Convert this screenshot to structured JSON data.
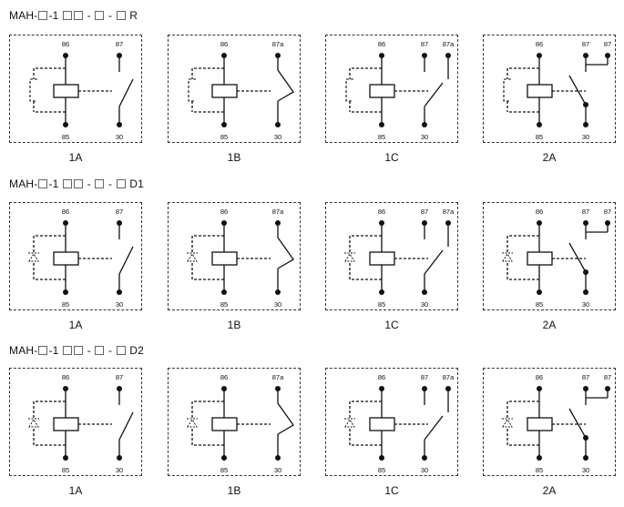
{
  "rows": [
    {
      "title": {
        "pre": "MAH-",
        "mid": "-1",
        "sep1": "-",
        "sep2": "-",
        "suffix": "R"
      },
      "coil_element": "rc-bracket",
      "panels": [
        {
          "caption": "1A",
          "type": "1A",
          "terminals": {
            "coil_top": "86",
            "coil_bottom": "85",
            "contact_top": "87",
            "contact_bottom": "30"
          }
        },
        {
          "caption": "1B",
          "type": "1B",
          "terminals": {
            "coil_top": "86",
            "coil_bottom": "85",
            "contact_top": "87a",
            "contact_bottom": "30"
          }
        },
        {
          "caption": "1C",
          "type": "1C",
          "terminals": {
            "coil_top": "86",
            "coil_bottom": "85",
            "contact_top": "87",
            "contact_top2": "87a",
            "contact_bottom": "30"
          }
        },
        {
          "caption": "2A",
          "type": "2A",
          "terminals": {
            "coil_top": "86",
            "coil_bottom": "85",
            "contact_top": "87",
            "contact_top2": "87",
            "contact_bottom": "30"
          }
        }
      ]
    },
    {
      "title": {
        "pre": "MAH-",
        "mid": "-1",
        "sep1": "-",
        "sep2": "-",
        "suffix": "D1"
      },
      "coil_element": "diode",
      "panels": [
        {
          "caption": "1A",
          "type": "1A",
          "terminals": {
            "coil_top": "86",
            "coil_bottom": "85",
            "contact_top": "87",
            "contact_bottom": "30"
          }
        },
        {
          "caption": "1B",
          "type": "1B",
          "terminals": {
            "coil_top": "86",
            "coil_bottom": "85",
            "contact_top": "87a",
            "contact_bottom": "30"
          }
        },
        {
          "caption": "1C",
          "type": "1C",
          "terminals": {
            "coil_top": "86",
            "coil_bottom": "85",
            "contact_top": "87",
            "contact_top2": "87a",
            "contact_bottom": "30"
          }
        },
        {
          "caption": "2A",
          "type": "2A",
          "terminals": {
            "coil_top": "86",
            "coil_bottom": "85",
            "contact_top": "87",
            "contact_top2": "87",
            "contact_bottom": "30"
          }
        }
      ]
    },
    {
      "title": {
        "pre": "MAH-",
        "mid": "-1",
        "sep1": "-",
        "sep2": "-",
        "suffix": "D2"
      },
      "coil_element": "diode",
      "panels": [
        {
          "caption": "1A",
          "type": "1A",
          "terminals": {
            "coil_top": "86",
            "coil_bottom": "85",
            "contact_top": "87",
            "contact_bottom": "30"
          }
        },
        {
          "caption": "1B",
          "type": "1B",
          "terminals": {
            "coil_top": "86",
            "coil_bottom": "85",
            "contact_top": "87a",
            "contact_bottom": "30"
          }
        },
        {
          "caption": "1C",
          "type": "1C",
          "terminals": {
            "coil_top": "86",
            "coil_bottom": "85",
            "contact_top": "87",
            "contact_top2": "87a",
            "contact_bottom": "30"
          }
        },
        {
          "caption": "2A",
          "type": "2A",
          "terminals": {
            "coil_top": "86",
            "coil_bottom": "85",
            "contact_top": "87",
            "contact_top2": "87",
            "contact_bottom": "30"
          }
        }
      ]
    }
  ]
}
